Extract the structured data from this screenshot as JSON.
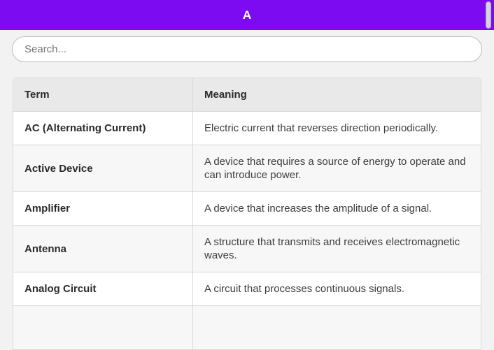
{
  "header": {
    "title": "A",
    "bg_color": "#7c0bf1",
    "text_color": "#ffffff"
  },
  "search": {
    "placeholder": "Search...",
    "value": ""
  },
  "table": {
    "columns": [
      {
        "label": "Term"
      },
      {
        "label": "Meaning"
      }
    ],
    "rows": [
      {
        "term": "AC (Alternating Current)",
        "meaning": "Electric current that reverses direction periodically."
      },
      {
        "term": "Active Device",
        "meaning": "A device that requires a source of energy to operate and can introduce power."
      },
      {
        "term": "Amplifier",
        "meaning": "A device that increases the amplitude of a signal."
      },
      {
        "term": "Antenna",
        "meaning": "A structure that transmits and receives electromagnetic waves."
      },
      {
        "term": "Analog Circuit",
        "meaning": "A circuit that processes continuous signals."
      },
      {
        "term": "",
        "meaning": ""
      }
    ]
  }
}
